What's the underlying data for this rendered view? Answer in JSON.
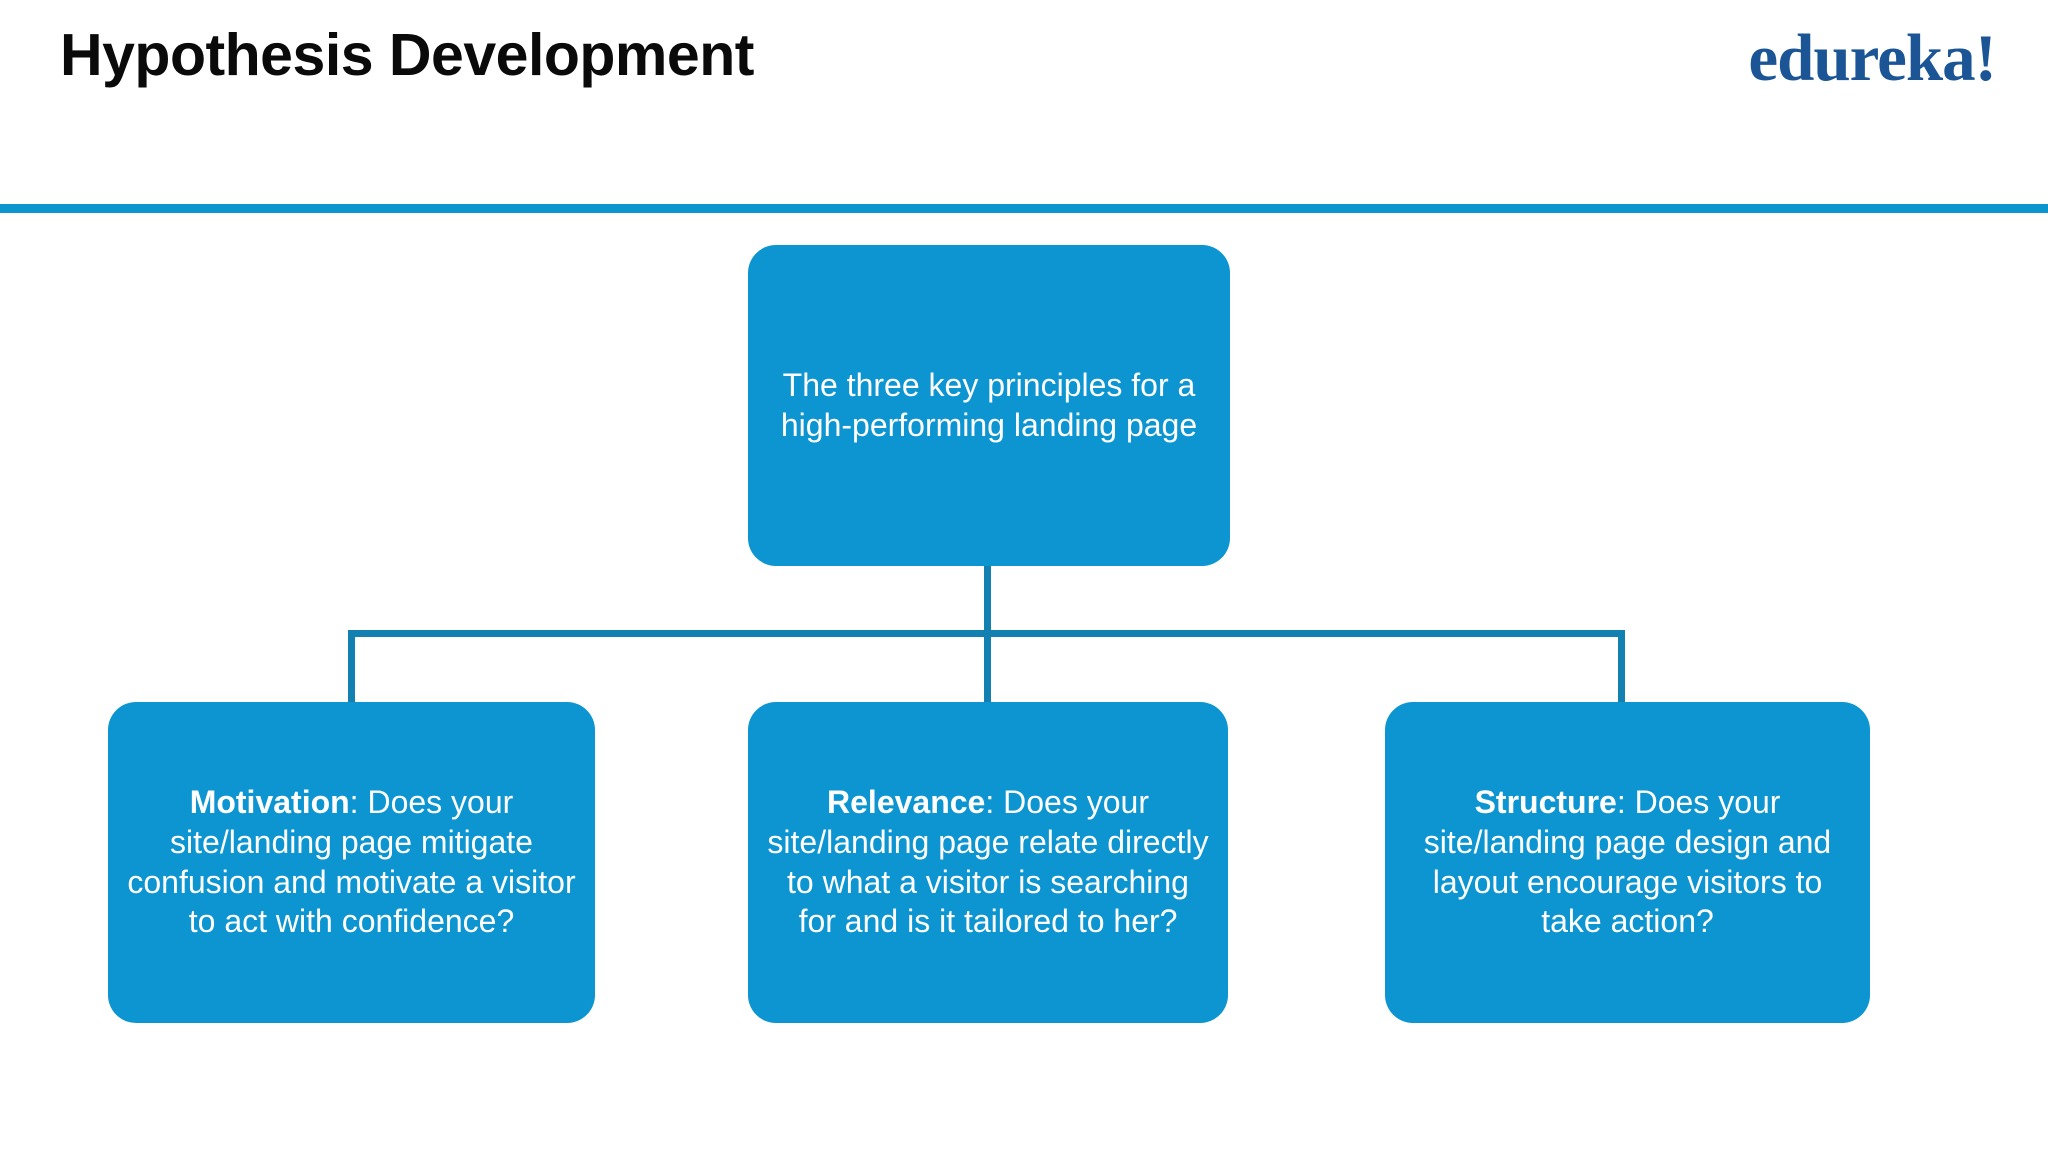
{
  "slide": {
    "title": "Hypothesis Development",
    "brand_logo": "edureka!",
    "background_color": "#ffffff",
    "accent_color": "#0d95d0",
    "node_fill_color": "#0c95d1",
    "connector_color": "#1380b2",
    "brand_color": "#1b5596",
    "title_color": "#0a0a0a",
    "node_text_color": "#ffffff"
  },
  "diagram": {
    "type": "org-chart",
    "root": {
      "id": "root",
      "text": "The three key principles for a high-performing landing page"
    },
    "children": [
      {
        "id": "motivation",
        "lead": "Motivation",
        "separator": ": ",
        "body": "Does your site/landing page mitigate confusion and motivate a visitor to act with confidence?"
      },
      {
        "id": "relevance",
        "lead": "Relevance",
        "separator": ": ",
        "body": "Does your site/landing page relate directly to what a visitor is searching for and is it tailored to her?"
      },
      {
        "id": "structure",
        "lead": "Structure",
        "separator": ": ",
        "body": "Does your site/landing page design and layout encourage visitors to take action?"
      }
    ]
  }
}
